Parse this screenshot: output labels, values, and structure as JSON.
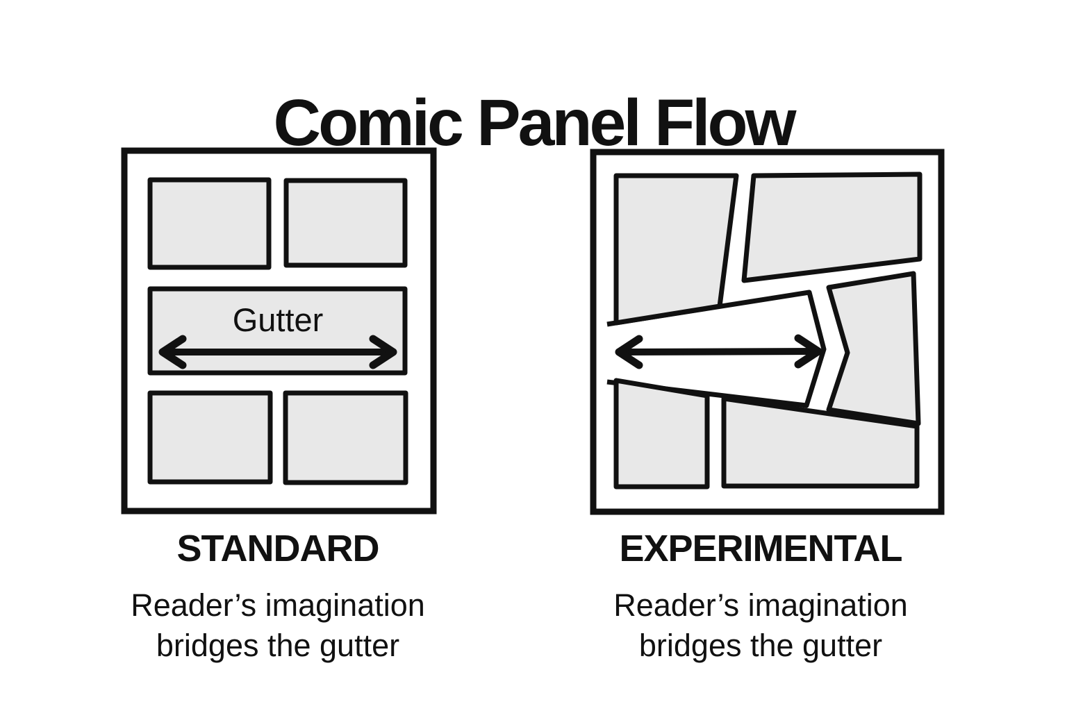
{
  "title": "Comic Panel Flow",
  "colors": {
    "panel_fill": "#e8e8e8",
    "line": "#111111",
    "background": "#ffffff"
  },
  "standard": {
    "gutter_label": "Gutter",
    "caption_title": "STANDARD",
    "caption_line1": "Reader’s imagination",
    "caption_line2": "bridges the gutter"
  },
  "experimental": {
    "caption_title": "EXPERIMENTAL",
    "caption_line1": "Reader’s imagination",
    "caption_line2": "bridges the gutter"
  }
}
